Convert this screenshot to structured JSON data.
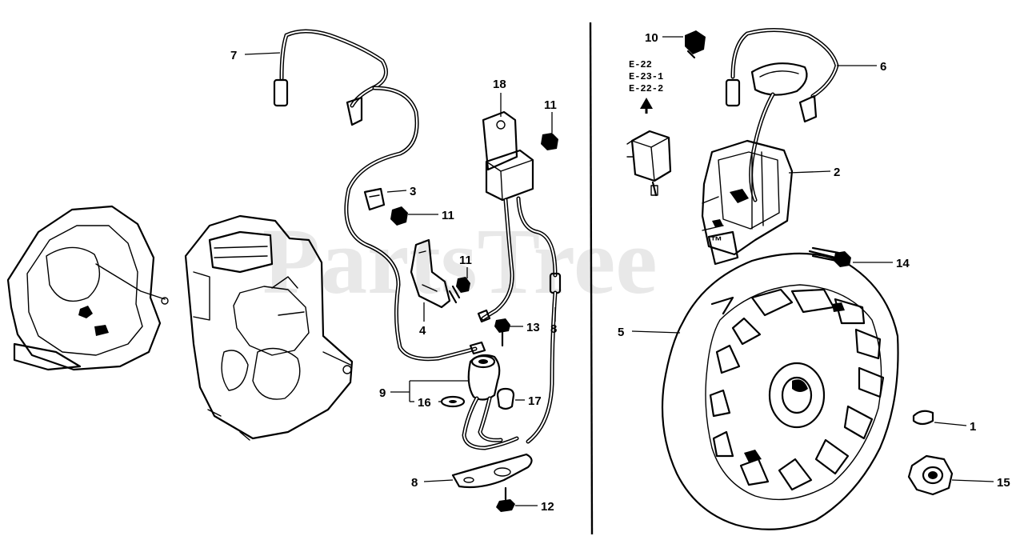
{
  "watermark": "PartsTree",
  "trademark": "™",
  "reference_codes": [
    "E-22",
    "E-23-1",
    "E-22-2"
  ],
  "callouts": [
    {
      "id": "c1",
      "text": "1"
    },
    {
      "id": "c2",
      "text": "2"
    },
    {
      "id": "c3",
      "text": "3"
    },
    {
      "id": "c4",
      "text": "4"
    },
    {
      "id": "c5",
      "text": "5"
    },
    {
      "id": "c6",
      "text": "6"
    },
    {
      "id": "c7",
      "text": "7"
    },
    {
      "id": "c8",
      "text": "8"
    },
    {
      "id": "c9",
      "text": "9"
    },
    {
      "id": "c10",
      "text": "10"
    },
    {
      "id": "c11a",
      "text": "11"
    },
    {
      "id": "c11b",
      "text": "11"
    },
    {
      "id": "c11c",
      "text": "11"
    },
    {
      "id": "c12",
      "text": "12"
    },
    {
      "id": "c13",
      "text": "13"
    },
    {
      "id": "c14",
      "text": "14"
    },
    {
      "id": "c15",
      "text": "15"
    },
    {
      "id": "c16",
      "text": "16"
    },
    {
      "id": "c17",
      "text": "17"
    },
    {
      "id": "c18",
      "text": "18"
    },
    {
      "id": "c8b",
      "text": "8"
    }
  ]
}
